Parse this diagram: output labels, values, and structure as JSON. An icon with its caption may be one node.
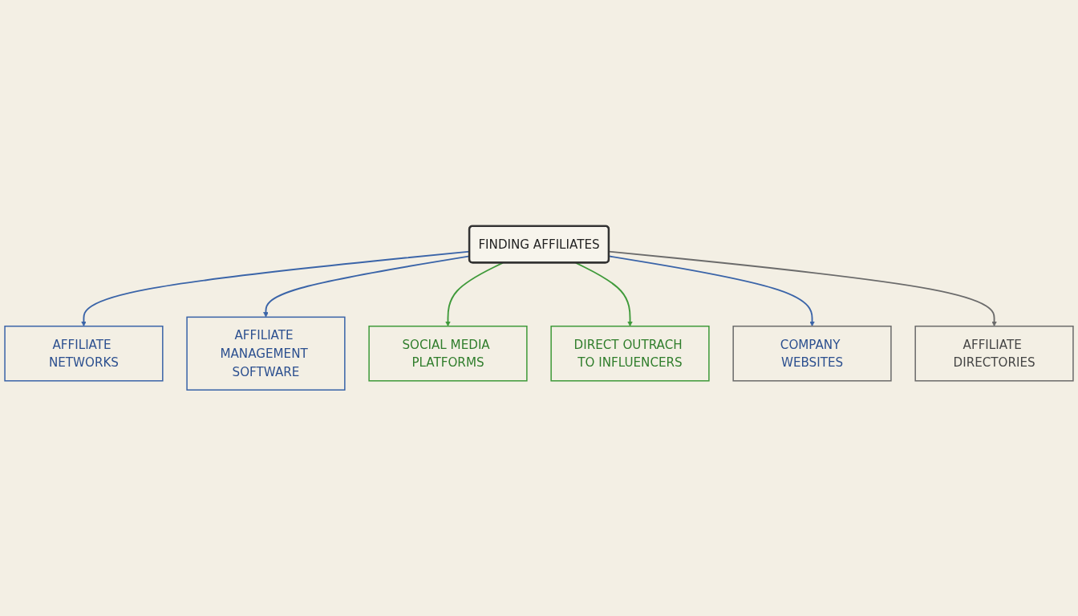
{
  "diagram": {
    "nodes": [
      {
        "text": [
          "FINDING AFFILIATES"
        ]
      },
      {
        "text": [
          "AFFILIATE NETWORKS"
        ]
      },
      {
        "text": [
          "AFFILIATE MANAGEMENT SOFTWARE"
        ]
      },
      {
        "text": [
          "SOCIAL MEDIA PLATFORMS"
        ]
      },
      {
        "text": [
          "DIRECT OUTRACH TO INFLUENCERS"
        ]
      },
      {
        "text": [
          "COMPANY WEBSITES"
        ]
      },
      {
        "text": [
          "AFFILIATE DIRECTORIES"
        ]
      }
    ],
    "edges": [
      {
        "from": 0,
        "to": 1,
        "arrow": "to"
      },
      {
        "from": 0,
        "to": 2,
        "arrow": "to"
      },
      {
        "from": 0,
        "to": 3,
        "arrow": "to",
        "color": "#3f9a3a"
      },
      {
        "from": 0,
        "to": 4,
        "arrow": "to",
        "color": "#3f9a3a"
      },
      {
        "from": 0,
        "to": 5,
        "arrow": "to"
      },
      {
        "from": 0,
        "to": 6,
        "arrow": "to",
        "color": "#6b6b6b"
      }
    ]
  }
}
